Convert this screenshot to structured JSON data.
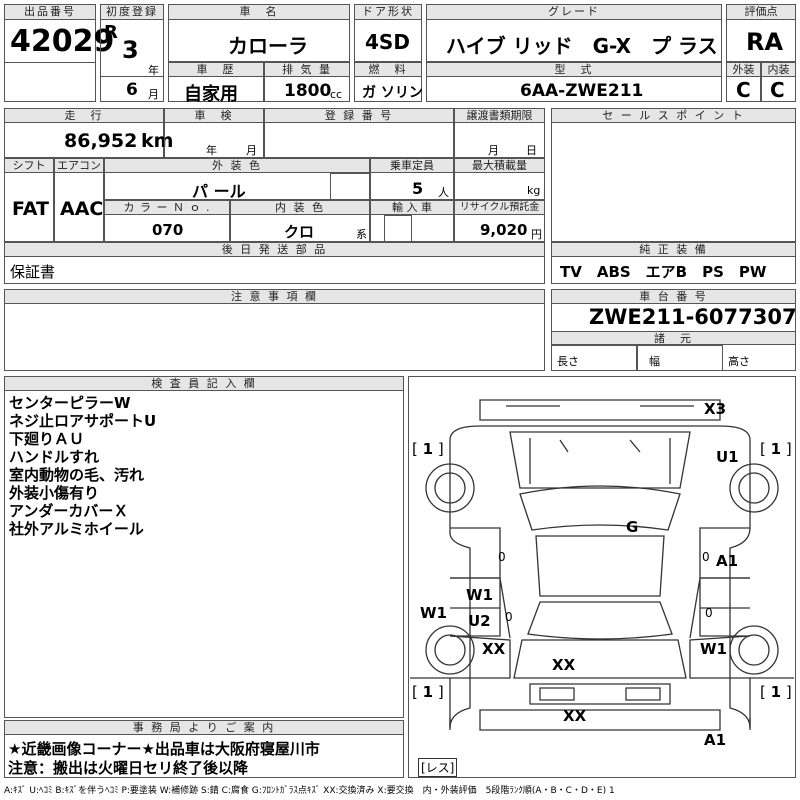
{
  "header": {
    "lot_label": "出品番号",
    "lot_value": "42029",
    "first_reg_label": "初度登録",
    "era": "R",
    "year_value": "3",
    "year_unit": "年",
    "month_value": "6",
    "month_unit": "月",
    "name_label": "車　名",
    "name_value": "カローラ",
    "door_label": "ドア形状",
    "door_value": "4SD",
    "grade_label": "グレード",
    "grade_value": "ハイブ リッド　G-X　プ ラス",
    "score_label": "評価点",
    "score_value": "RA",
    "history_label": "車　歴",
    "history_value": "自家用",
    "displacement_label": "排 気 量",
    "displacement_value": "1800",
    "displacement_unit": "cc",
    "fuel_label": "燃　料",
    "fuel_value": "ガ ソリン",
    "model_label": "型　式",
    "model_value": "6AA-ZWE211",
    "exterior_label": "外装",
    "exterior_value": "C",
    "interior_label": "内装",
    "interior_value": "C"
  },
  "details": {
    "mileage_label": "走　行",
    "mileage_value": "86,952",
    "mileage_unit": "km",
    "inspection_label": "車　検",
    "year_unit": "年",
    "month_unit": "月",
    "regno_label": "登 録 番 号",
    "transfer_label": "譲渡書類期限",
    "transfer_month": "月",
    "transfer_day": "日",
    "shift_label": "シフト",
    "shift_value": "FAT",
    "ac_label": "エアコン",
    "ac_value": "AAC",
    "ext_color_label": "外 装 色",
    "ext_color_value": "パ ール",
    "capacity_label": "乗車定員",
    "capacity_value": "5",
    "capacity_unit": "人",
    "load_label": "最大積載量",
    "load_unit": "kg",
    "color_no_label": "カ ラ ー Ｎ ｏ .",
    "color_no_value": "070",
    "int_color_label": "内 装 色",
    "int_color_value": "クロ",
    "int_color_unit": "系",
    "import_label": "輸 入 車",
    "recycle_label": "リサイクル預託金",
    "recycle_value": "9,020",
    "recycle_unit": "円",
    "later_label": "後 日 発 送 部 品",
    "later_value": "保証書"
  },
  "sales_point_label": "セ ー ル ス ポ イ ン ト",
  "equipment": {
    "label": "純 正 装 備",
    "value": "TV　ABS　エアB　PS　PW"
  },
  "notes_label": "注 意 事 項 欄",
  "chassis": {
    "label": "車 台 番 号",
    "value": "ZWE211-6077307",
    "spec_label": "諸　元",
    "length_label": "長さ",
    "width_label": "幅",
    "height_label": "高さ"
  },
  "inspector": {
    "label": "検 査 員 記 入 欄",
    "lines": [
      "センターピラーW",
      "ネジ止ロアサポートU",
      "下廻りＡＵ",
      "ハンドルすれ",
      "室内動物の毛、汚れ",
      "外装小傷有り",
      "アンダーカバーＸ",
      "社外アルミホイール"
    ]
  },
  "office": {
    "label": "事 務 局 よ り ご 案 内",
    "line1": "★近畿画像コーナー★出品車は大阪府寝屋川市",
    "line2": "注意：搬出は火曜日セリ終了後以降"
  },
  "diagram": {
    "marks": {
      "x3": "X3",
      "u1": "U1",
      "g": "G",
      "a1_right": "A1",
      "w1_front": "W1",
      "u2": "U2",
      "w1_left": "W1",
      "xx_left": "XX",
      "xx_center": "XX",
      "w1_right": "W1",
      "xx_rear": "XX",
      "a1_bottom": "A1",
      "tire_tl": "1",
      "tire_tr": "1",
      "tire_bl": "1",
      "tire_br": "1",
      "zero_left": "0",
      "zero_right": "0",
      "zero_left2": "0",
      "zero_right2": "0",
      "bracket_l": "[",
      "bracket_r": "]",
      "spare": "[レス]"
    }
  },
  "legend": "A:ｷｽﾞ U:ﾍｺﾐ B:ｷｽﾞを伴うﾍｺﾐ P:要塗装 W:補修跡 S:錆 C:腐食 G:ﾌﾛﾝﾄｶﾞﾗｽ点ｷｽﾞ XX:交換済み X:要交換　内・外装評価　5段階ﾗﾝｸ順(A・B・C・D・E) 1"
}
